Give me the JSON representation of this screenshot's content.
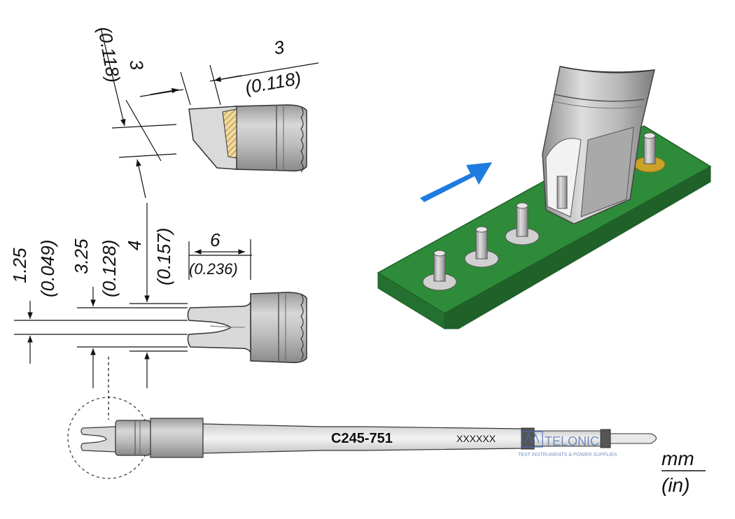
{
  "dimensions": {
    "top_width": {
      "mm": "3",
      "in": "(0.118)"
    },
    "top_height": {
      "mm": "3",
      "in": "(0.118)"
    },
    "slot": {
      "mm": "1.25",
      "in": "(0.049)"
    },
    "inner": {
      "mm": "3.25",
      "in": "(0.128)"
    },
    "outer": {
      "mm": "4",
      "in": "(0.157)"
    },
    "length": {
      "mm": "6",
      "in": "(0.236)"
    }
  },
  "cartridge": {
    "model": "C245-751",
    "serial": "XXXXXX"
  },
  "watermark": {
    "brand": "TELONIC",
    "tagline": "TEST INSTRUMENTS & POWER SUPPLIES"
  },
  "units": {
    "top": "mm",
    "bottom": "(in)"
  },
  "colors": {
    "board": "#2e8b3a",
    "arrow": "#1e7be0",
    "pad": "#c9a227",
    "metal": "#b8b8b8"
  }
}
